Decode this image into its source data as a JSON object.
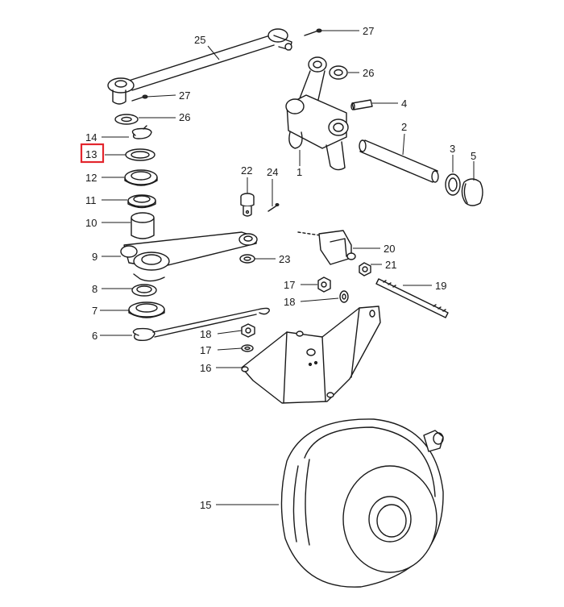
{
  "callouts": {
    "c1": "1",
    "c2": "2",
    "c3": "3",
    "c4": "4",
    "c5": "5",
    "c6": "6",
    "c7": "7",
    "c8": "8",
    "c9": "9",
    "c10": "10",
    "c11": "11",
    "c12": "12",
    "c13": "13",
    "c14": "14",
    "c15": "15",
    "c16": "16",
    "c17a": "17",
    "c17b": "17",
    "c18a": "18",
    "c18b": "18",
    "c19": "19",
    "c20": "20",
    "c21": "21",
    "c22": "22",
    "c23": "23",
    "c24": "24",
    "c25": "25",
    "c26a": "26",
    "c26b": "26",
    "c27a": "27",
    "c27b": "27"
  },
  "highlight": {
    "label": "13",
    "color": "#e3262d"
  }
}
